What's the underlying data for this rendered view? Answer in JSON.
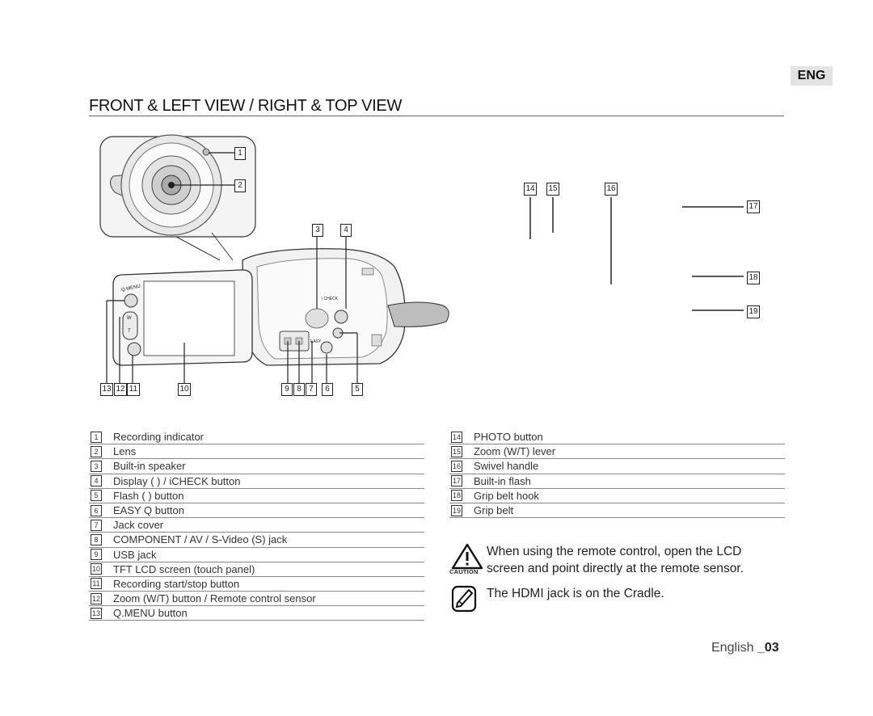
{
  "badge": "ENG",
  "title": "FRONT & LEFT VIEW / RIGHT & TOP VIEW",
  "callouts": {
    "c1": "1",
    "c2": "2",
    "c3": "3",
    "c4": "4",
    "c5": "5",
    "c6": "6",
    "c7": "7",
    "c8": "8",
    "c9": "9",
    "c10": "10",
    "c11": "11",
    "c12": "12",
    "c13": "13",
    "c14": "14",
    "c15": "15",
    "c16": "16",
    "c17": "17",
    "c18": "18",
    "c19": "19"
  },
  "camera_labels": {
    "qmenu": "Q.MENU",
    "w": "W",
    "t": "T",
    "icheck": "i CHECK",
    "easy": "EASY"
  },
  "legend_left": [
    {
      "n": "1",
      "label": "Recording indicator"
    },
    {
      "n": "2",
      "label": "Lens"
    },
    {
      "n": "3",
      "label": "Built-in speaker"
    },
    {
      "n": "4",
      "label": "Display (      ) / iCHECK button"
    },
    {
      "n": "5",
      "label": "Flash (    ) button"
    },
    {
      "n": "6",
      "label": "EASY Q button"
    },
    {
      "n": "7",
      "label": "Jack cover"
    },
    {
      "n": "8",
      "label": "COMPONENT / AV / S-Video (S) jack"
    },
    {
      "n": "9",
      "label": "USB jack"
    },
    {
      "n": "10",
      "label": "TFT LCD screen (touch panel)"
    },
    {
      "n": "11",
      "label": "Recording start/stop button"
    },
    {
      "n": "12",
      "label": "Zoom (W/T) button / Remote control sensor"
    },
    {
      "n": "13",
      "label": "Q.MENU button"
    }
  ],
  "legend_right": [
    {
      "n": "14",
      "label": "PHOTO button"
    },
    {
      "n": "15",
      "label": "Zoom (W/T) lever"
    },
    {
      "n": "16",
      "label": "Swivel handle"
    },
    {
      "n": "17",
      "label": "Built-in flash"
    },
    {
      "n": "18",
      "label": "Grip belt hook"
    },
    {
      "n": "19",
      "label": "Grip belt"
    }
  ],
  "caution": {
    "label": "CAUTION",
    "text": "When using the remote control, open the LCD screen and point directly at the remote sensor."
  },
  "note": {
    "text": "The HDMI jack is on the Cradle."
  },
  "footer": {
    "language": "English",
    "page": "_03"
  }
}
